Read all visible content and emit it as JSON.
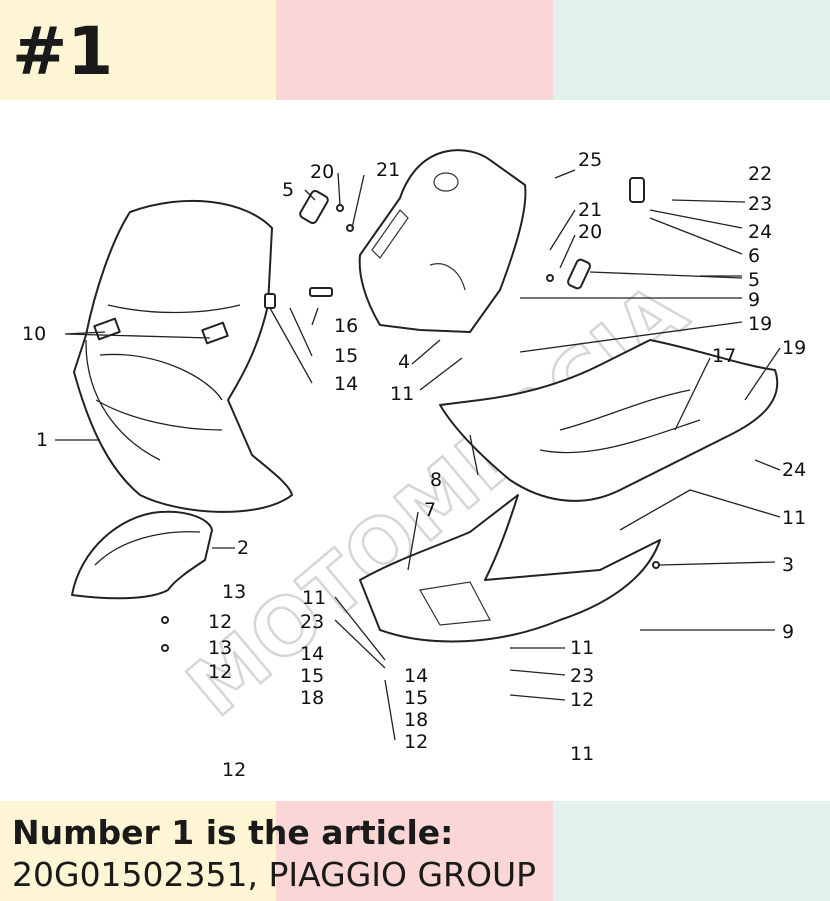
{
  "header": {
    "number": "#1"
  },
  "colors": {
    "band_1": "#fdf5d3",
    "band_2": "#fad6d6",
    "band_3": "#e3f2ec"
  },
  "caption": {
    "title": "Number 1 is the article:",
    "article": "20G01502351, PIAGGIO GROUP"
  },
  "watermark": {
    "text": "MOTOMERCIA"
  },
  "diagram": {
    "callouts": [
      "1",
      "2",
      "3",
      "4",
      "5",
      "5",
      "6",
      "7",
      "8",
      "9",
      "9",
      "10",
      "11",
      "11",
      "11",
      "11",
      "11",
      "12",
      "12",
      "12",
      "12",
      "12",
      "13",
      "13",
      "14",
      "14",
      "14",
      "15",
      "15",
      "15",
      "16",
      "17",
      "18",
      "18",
      "19",
      "19",
      "20",
      "20",
      "21",
      "21",
      "22",
      "23",
      "23",
      "23",
      "24",
      "24",
      "25"
    ]
  }
}
